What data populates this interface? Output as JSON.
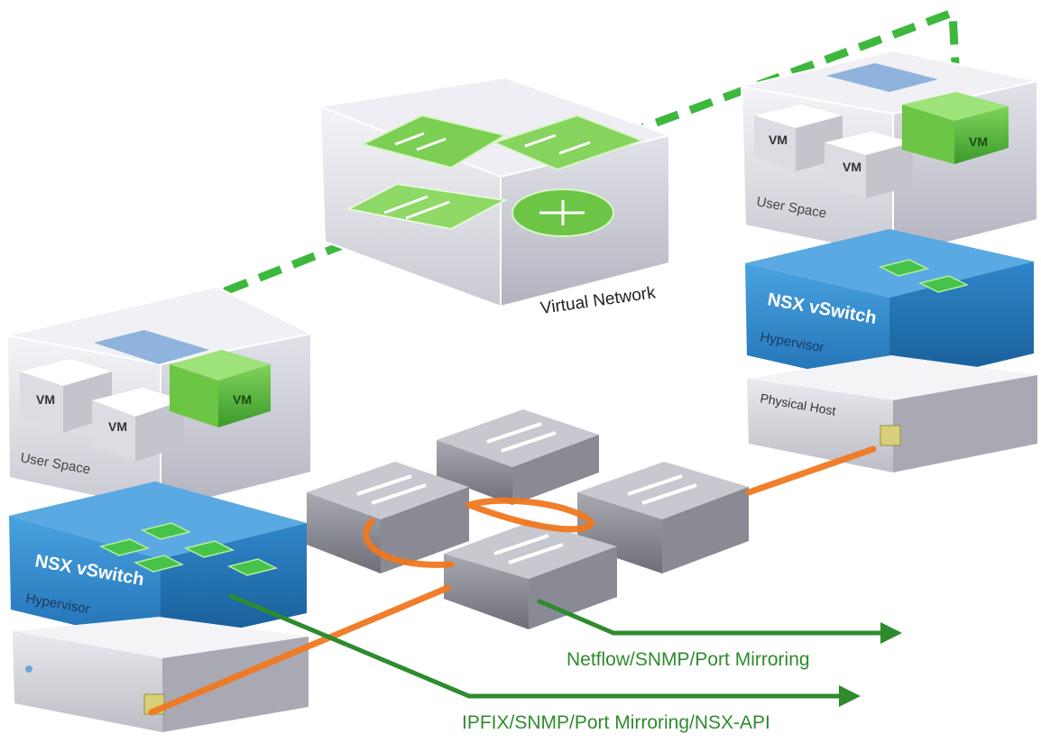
{
  "labels": {
    "vm": "VM",
    "user_space": "User Space",
    "nsx_vswitch": "NSX vSwitch",
    "hypervisor": "Hypervisor",
    "physical_host": "Physical Host",
    "virtual_network": "Virtual Network"
  },
  "arrows": {
    "netflow": "Netflow/SNMP/Port Mirroring",
    "ipfix": "IPFIX/SNMP/Port Mirroring/NSX-API"
  },
  "colors": {
    "green_dash": "#3db83d",
    "orange_link": "#f07820",
    "arrow_green": "#2e8b2e",
    "nsx_blue": "#2f86c9"
  }
}
